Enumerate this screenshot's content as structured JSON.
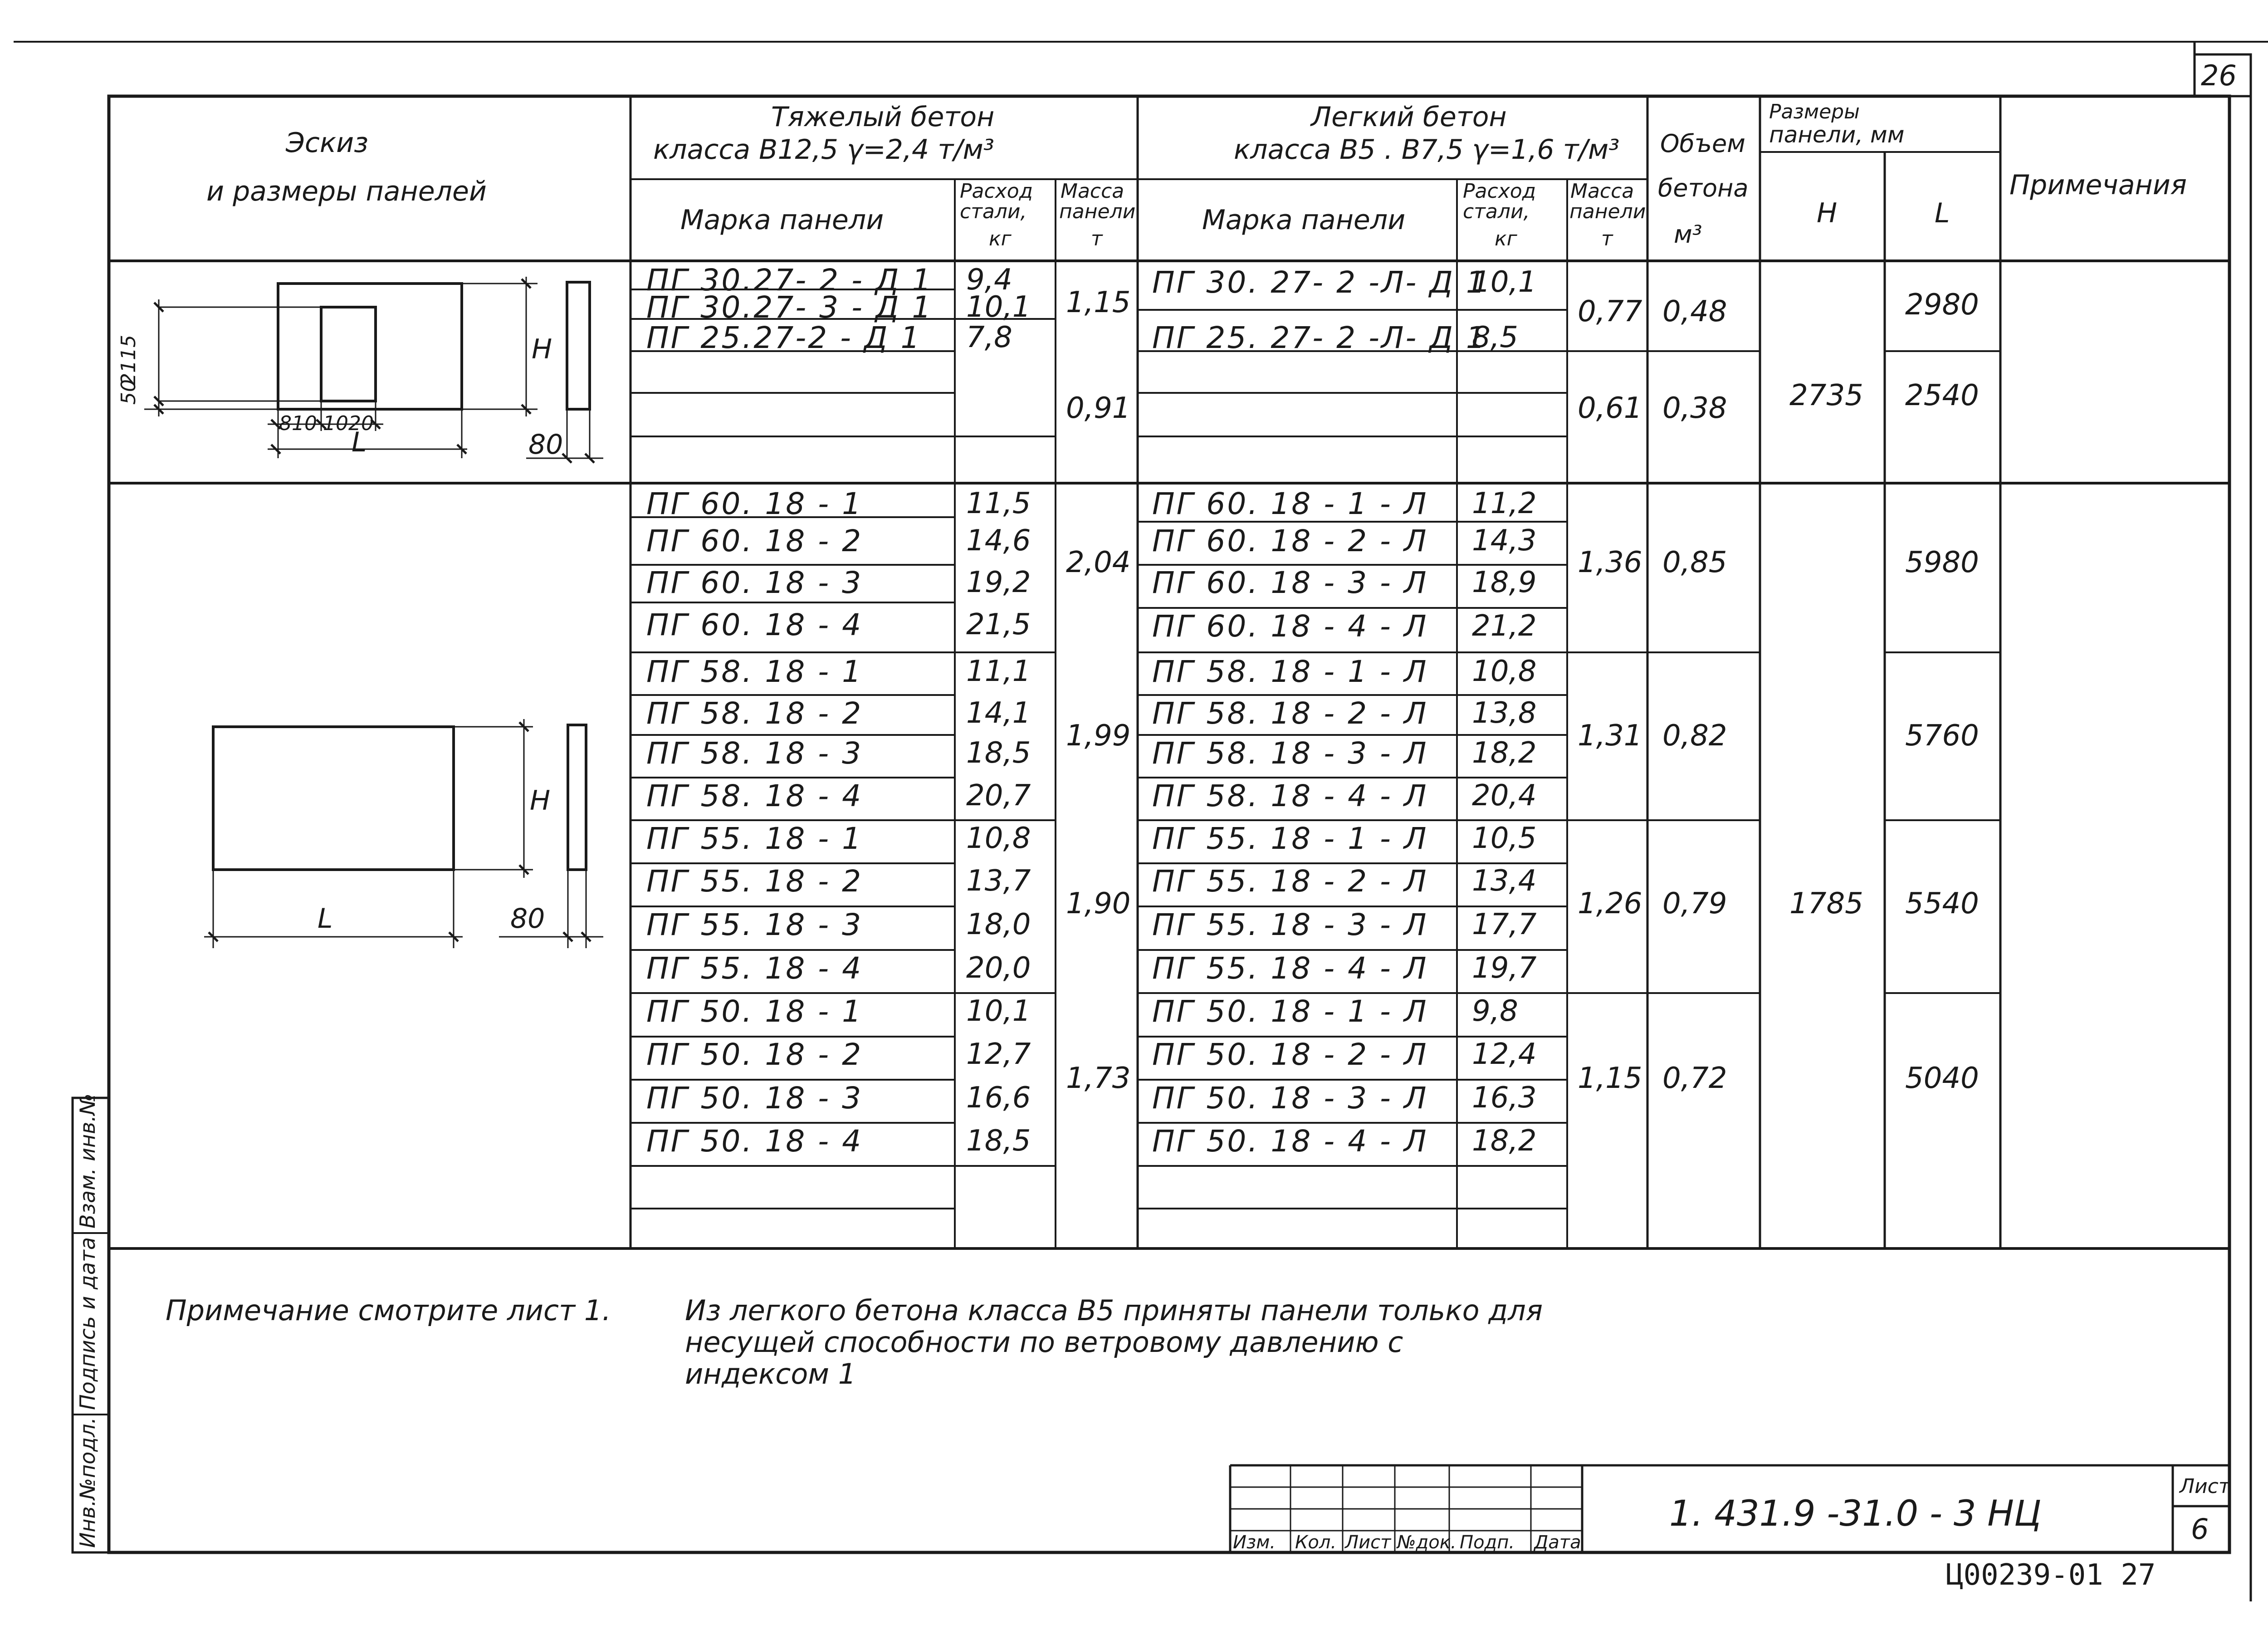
{
  "page_number": "26",
  "header": {
    "sketch_line1": "Эскиз",
    "sketch_line2": "и размеры панелей",
    "heavy_line1": "Тяжелый бетон",
    "heavy_line2": "класса В12,5  γ=2,4 т/м³",
    "light_line1": "Легкий бетон",
    "light_line2": "класса В5 . В7,5  γ=1,6 т/м³",
    "mark": "Марка панели",
    "steel_line1": "Расход",
    "steel_line2": "стали,",
    "steel_line3": "кг",
    "mass_line1": "Масса",
    "mass_line2": "панели",
    "mass_line3": "т",
    "volume_line1": "Объем",
    "volume_line2": "бетона",
    "volume_line3": "м³",
    "sizes_line1": "Размеры",
    "sizes_line2": "панели,  мм",
    "col_h": "Н",
    "col_l": "L",
    "notes": "Примечания"
  },
  "sketch1": {
    "dim_50": "50",
    "dim_2115": "2115",
    "dim_810": "810",
    "dim_1020": "1020",
    "label_h": "Н",
    "label_l": "L",
    "dim_80": "80"
  },
  "sketch2": {
    "label_h": "Н",
    "label_l": "L",
    "dim_80": "80"
  },
  "rows": [
    {
      "heavy": "ПГ 30.27- 2  - Д 1",
      "steel": "9,4",
      "light": "ПГ 30. 27- 2 -Л- Д 1",
      "lsteel": "10,1"
    },
    {
      "heavy": "ПГ 30.27- 3  - Д 1",
      "steel": "10,1",
      "light": "",
      "lsteel": ""
    },
    {
      "heavy": "ПГ 25.27-2  - Д 1",
      "steel": "7,8",
      "light": "ПГ 25. 27- 2 -Л- Д 1",
      "lsteel": "8,5"
    },
    {
      "heavy": "",
      "steel": "",
      "light": "",
      "lsteel": ""
    },
    {
      "heavy": "",
      "steel": "",
      "light": "",
      "lsteel": ""
    },
    {
      "heavy": "ПГ 60. 18 - 1",
      "steel": "11,5",
      "light": "ПГ 60. 18 - 1 - Л",
      "lsteel": "11,2"
    },
    {
      "heavy": "ПГ 60. 18 - 2",
      "steel": "14,6",
      "light": "ПГ 60. 18 - 2 - Л",
      "lsteel": "14,3"
    },
    {
      "heavy": "ПГ 60. 18 - 3",
      "steel": "19,2",
      "light": "ПГ 60. 18 - 3 - Л",
      "lsteel": "18,9"
    },
    {
      "heavy": "ПГ 60. 18 - 4",
      "steel": "21,5",
      "light": "ПГ 60. 18 - 4 - Л",
      "lsteel": "21,2"
    },
    {
      "heavy": "ПГ 58. 18 - 1",
      "steel": "11,1",
      "light": "ПГ 58. 18 - 1 - Л",
      "lsteel": "10,8"
    },
    {
      "heavy": "ПГ 58. 18 - 2",
      "steel": "14,1",
      "light": "ПГ 58. 18 - 2 - Л",
      "lsteel": "13,8"
    },
    {
      "heavy": "ПГ 58. 18 - 3",
      "steel": "18,5",
      "light": "ПГ 58. 18 - 3 - Л",
      "lsteel": "18,2"
    },
    {
      "heavy": "ПГ 58. 18 - 4",
      "steel": "20,7",
      "light": "ПГ 58. 18 - 4 - Л",
      "lsteel": "20,4"
    },
    {
      "heavy": "ПГ 55. 18 - 1",
      "steel": "10,8",
      "light": "ПГ 55. 18 - 1 - Л",
      "lsteel": "10,5"
    },
    {
      "heavy": "ПГ 55. 18 - 2",
      "steel": "13,7",
      "light": "ПГ 55. 18 - 2 - Л",
      "lsteel": "13,4"
    },
    {
      "heavy": "ПГ 55. 18 - 3",
      "steel": "18,0",
      "light": "ПГ 55. 18 - 3 - Л",
      "lsteel": "17,7"
    },
    {
      "heavy": "ПГ 55. 18 - 4",
      "steel": "20,0",
      "light": "ПГ 55. 18 - 4 - Л",
      "lsteel": "19,7"
    },
    {
      "heavy": "ПГ 50. 18 - 1",
      "steel": "10,1",
      "light": "ПГ 50. 18 - 1 - Л",
      "lsteel": "9,8"
    },
    {
      "heavy": "ПГ 50. 18 - 2",
      "steel": "12,7",
      "light": "ПГ 50. 18 - 2 - Л",
      "lsteel": "12,4"
    },
    {
      "heavy": "ПГ 50. 18 - 3",
      "steel": "16,6",
      "light": "ПГ 50. 18 - 3 - Л",
      "lsteel": "16,3"
    },
    {
      "heavy": "ПГ 50. 18 - 4",
      "steel": "18,5",
      "light": "ПГ 50. 18 - 4 - Л",
      "lsteel": "18,2"
    },
    {
      "heavy": "",
      "steel": "",
      "light": "",
      "lsteel": ""
    },
    {
      "heavy": "",
      "steel": "",
      "light": "",
      "lsteel": ""
    }
  ],
  "merged": {
    "hmass": [
      "1,15",
      "0,91",
      "2,04",
      "1,99",
      "1,90",
      "1,73"
    ],
    "lmass": [
      "0,77",
      "0,61",
      "1,36",
      "1,31",
      "1,26",
      "1,15"
    ],
    "volume": [
      "0,48",
      "0,38",
      "0,85",
      "0,82",
      "0,79",
      "0,72"
    ],
    "l": [
      "2980",
      "2540",
      "5980",
      "5760",
      "5540",
      "5040"
    ],
    "h": [
      "2735",
      "1785"
    ]
  },
  "footnote": {
    "left": "Примечание смотрите лист 1.",
    "line1": "Из легкого бетона класса В5 приняты панели только для",
    "line2": "несущей способности по ветровому давлению с",
    "line3": "индексом 1"
  },
  "stamp": {
    "cols": [
      "Изм.",
      "Кол.",
      "Лист",
      "№док.",
      "Подп.",
      "Дата"
    ],
    "code": "1. 431.9 -31.0     - 3 НЦ",
    "sheet_label": "Лист",
    "sheet_number": "6"
  },
  "side_stamp": [
    "Инв.№подл.",
    "Подпись и дата",
    "Взам. инв.№"
  ],
  "archive_number": "Ц00239-01   27"
}
